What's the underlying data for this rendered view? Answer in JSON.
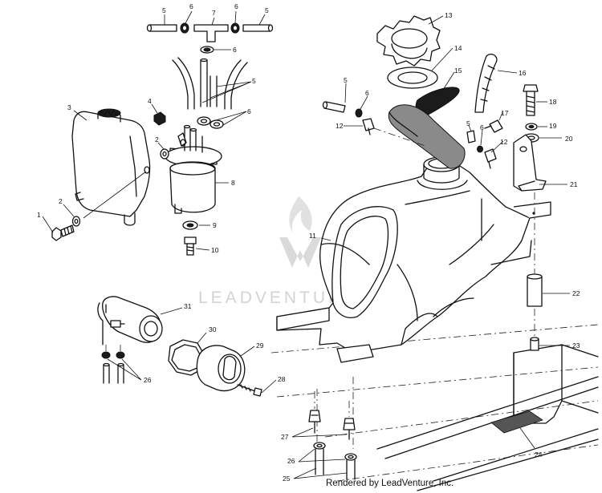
{
  "footer": {
    "credit": "Rendered by LeadVenture, Inc."
  },
  "watermark": {
    "text": "LEADVENTURE"
  },
  "callouts": [
    {
      "id": "c-5a",
      "label": "5"
    },
    {
      "id": "c-6a",
      "label": "6"
    },
    {
      "id": "c-7",
      "label": "7"
    },
    {
      "id": "c-6b",
      "label": "6"
    },
    {
      "id": "c-5b",
      "label": "5"
    },
    {
      "id": "c-6c",
      "label": "6"
    },
    {
      "id": "c-5c",
      "label": "5"
    },
    {
      "id": "c-6d",
      "label": "6"
    },
    {
      "id": "c-3",
      "label": "3"
    },
    {
      "id": "c-4",
      "label": "4"
    },
    {
      "id": "c-2a",
      "label": "2"
    },
    {
      "id": "c-8",
      "label": "8"
    },
    {
      "id": "c-2b",
      "label": "2"
    },
    {
      "id": "c-1",
      "label": "1"
    },
    {
      "id": "c-9",
      "label": "9"
    },
    {
      "id": "c-10",
      "label": "10"
    },
    {
      "id": "c-13",
      "label": "13"
    },
    {
      "id": "c-14",
      "label": "14"
    },
    {
      "id": "c-15",
      "label": "15"
    },
    {
      "id": "c-16",
      "label": "16"
    },
    {
      "id": "c-5d",
      "label": "5"
    },
    {
      "id": "c-6e",
      "label": "6"
    },
    {
      "id": "c-12a",
      "label": "12"
    },
    {
      "id": "c-18",
      "label": "18"
    },
    {
      "id": "c-17",
      "label": "17"
    },
    {
      "id": "c-5e",
      "label": "5"
    },
    {
      "id": "c-6f",
      "label": "6"
    },
    {
      "id": "c-19",
      "label": "19"
    },
    {
      "id": "c-12b",
      "label": "12"
    },
    {
      "id": "c-20",
      "label": "20"
    },
    {
      "id": "c-21",
      "label": "21"
    },
    {
      "id": "c-11",
      "label": "11"
    },
    {
      "id": "c-22",
      "label": "22"
    },
    {
      "id": "c-31",
      "label": "31"
    },
    {
      "id": "c-30",
      "label": "30"
    },
    {
      "id": "c-29",
      "label": "29"
    },
    {
      "id": "c-23",
      "label": "23"
    },
    {
      "id": "c-26a",
      "label": "26"
    },
    {
      "id": "c-28",
      "label": "28"
    },
    {
      "id": "c-24",
      "label": "24"
    },
    {
      "id": "c-27",
      "label": "27"
    },
    {
      "id": "c-26b",
      "label": "26"
    },
    {
      "id": "c-25",
      "label": "25"
    }
  ]
}
